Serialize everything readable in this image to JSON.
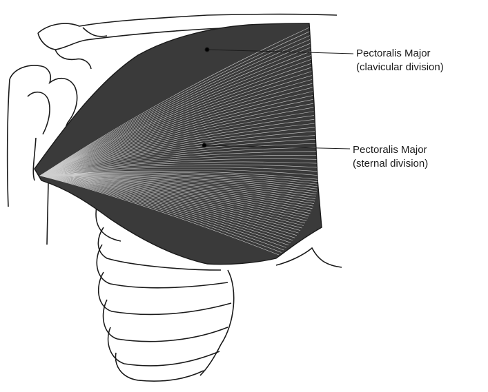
{
  "labels": {
    "clavicular": {
      "title": "Pectoralis Major",
      "subtitle": "(clavicular division)"
    },
    "sternal": {
      "title": "Pectoralis Major",
      "subtitle": "(sternal division)"
    }
  },
  "colors": {
    "line": "#1a1a1a",
    "muscle_fill": "#3a3a3a",
    "fiber": "#e8e8e8",
    "background": "#ffffff"
  }
}
